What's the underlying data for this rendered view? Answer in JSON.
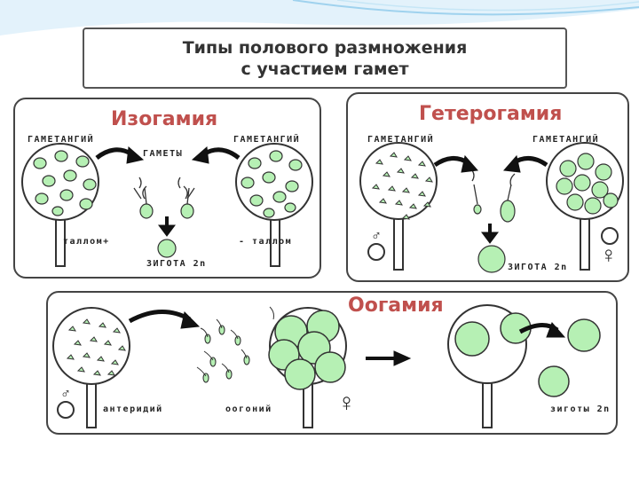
{
  "title": {
    "line1": "Типы полового размножения",
    "line2": "с участием гамет"
  },
  "colors": {
    "gamete_fill": "#b6f0b4",
    "heading": "#c0504d",
    "outline": "#333333"
  },
  "isogamy": {
    "heading": "Изогамия",
    "gametangium_left": "ГАМЕТАНГИЙ",
    "gametangium_right": "ГАМЕТАНГИЙ",
    "gametes": "ГАМЕТЫ",
    "thallus_plus": "таллом+",
    "thallus_minus": "- таллом",
    "zygote": "ЗИГОТА 2n"
  },
  "heterogamy": {
    "heading": "Гетерогамия",
    "gametangium_left": "ГАМЕТАНГИЙ",
    "gametangium_right": "ГАМЕТАНГИЙ",
    "zygote": "ЗИГОТА 2n",
    "male_symbol": "♂",
    "female_symbol": "♀"
  },
  "oogamy": {
    "heading": "Оогамия",
    "antheridium": "антеридий",
    "oogonium": "оогоний",
    "zygote": "зиготы 2n",
    "male_symbol": "♂",
    "female_symbol": "♀"
  }
}
